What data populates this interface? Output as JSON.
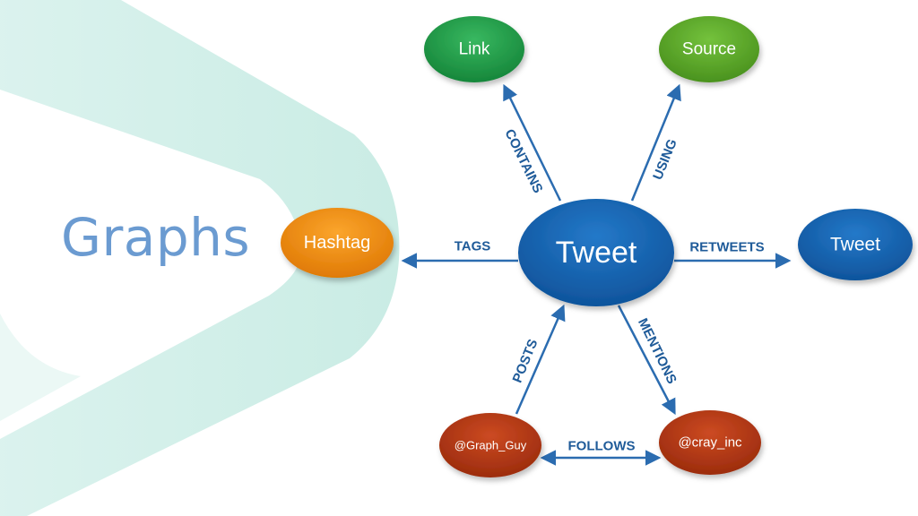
{
  "slide": {
    "title": "Graphs"
  },
  "diagram": {
    "nodes": {
      "link": {
        "label": "Link",
        "color": "#1e9a44"
      },
      "source": {
        "label": "Source",
        "color": "#5aa526"
      },
      "hashtag": {
        "label": "Hashtag",
        "color": "#f08a0c"
      },
      "tweet_center": {
        "label": "Tweet",
        "color": "#1662b0"
      },
      "tweet_retweet": {
        "label": "Tweet",
        "color": "#1662b0"
      },
      "graph_guy": {
        "label": "@Graph_Guy",
        "color": "#b23612"
      },
      "cray_inc": {
        "label": "@cray_inc",
        "color": "#b23612"
      }
    },
    "edges": {
      "contains": "CONTAINS",
      "using": "USING",
      "tags": "TAGS",
      "retweets": "RETWEETS",
      "posts": "POSTS",
      "mentions": "MENTIONS",
      "follows": "FOLLOWS"
    },
    "colors": {
      "edge": "#2b6cb0",
      "edge_label": "#1f5b99",
      "background_band": "#cdeee7",
      "title": "#6b9bd1"
    }
  }
}
